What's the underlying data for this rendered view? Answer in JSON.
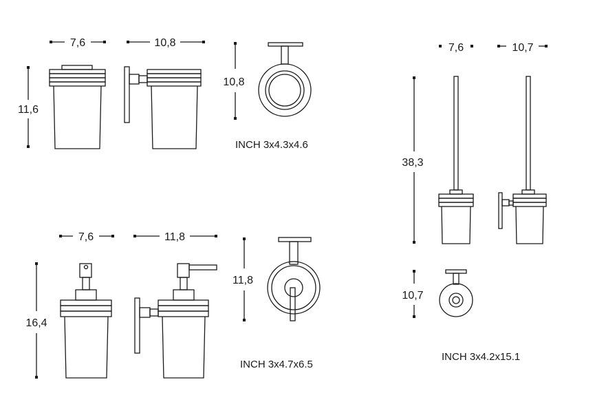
{
  "dimensions": {
    "tumbler_width": "7,6",
    "tumbler_holder_width": "10,8",
    "tumbler_ring_height": "10,8",
    "tumbler_height": "11,6",
    "dispenser_width": "7,6",
    "dispenser_holder_width": "11,8",
    "dispenser_ring_height": "11,8",
    "dispenser_height": "16,4",
    "brush_width": "7,6",
    "brush_holder_width": "10,7",
    "brush_height": "38,3",
    "brush_ring_height": "10,7"
  },
  "captions": {
    "tumbler_inch": "INCH 3x4.3x4.6",
    "dispenser_inch": "INCH 3x4.7x6.5",
    "brush_inch": "INCH 3x4.2x15.1"
  }
}
